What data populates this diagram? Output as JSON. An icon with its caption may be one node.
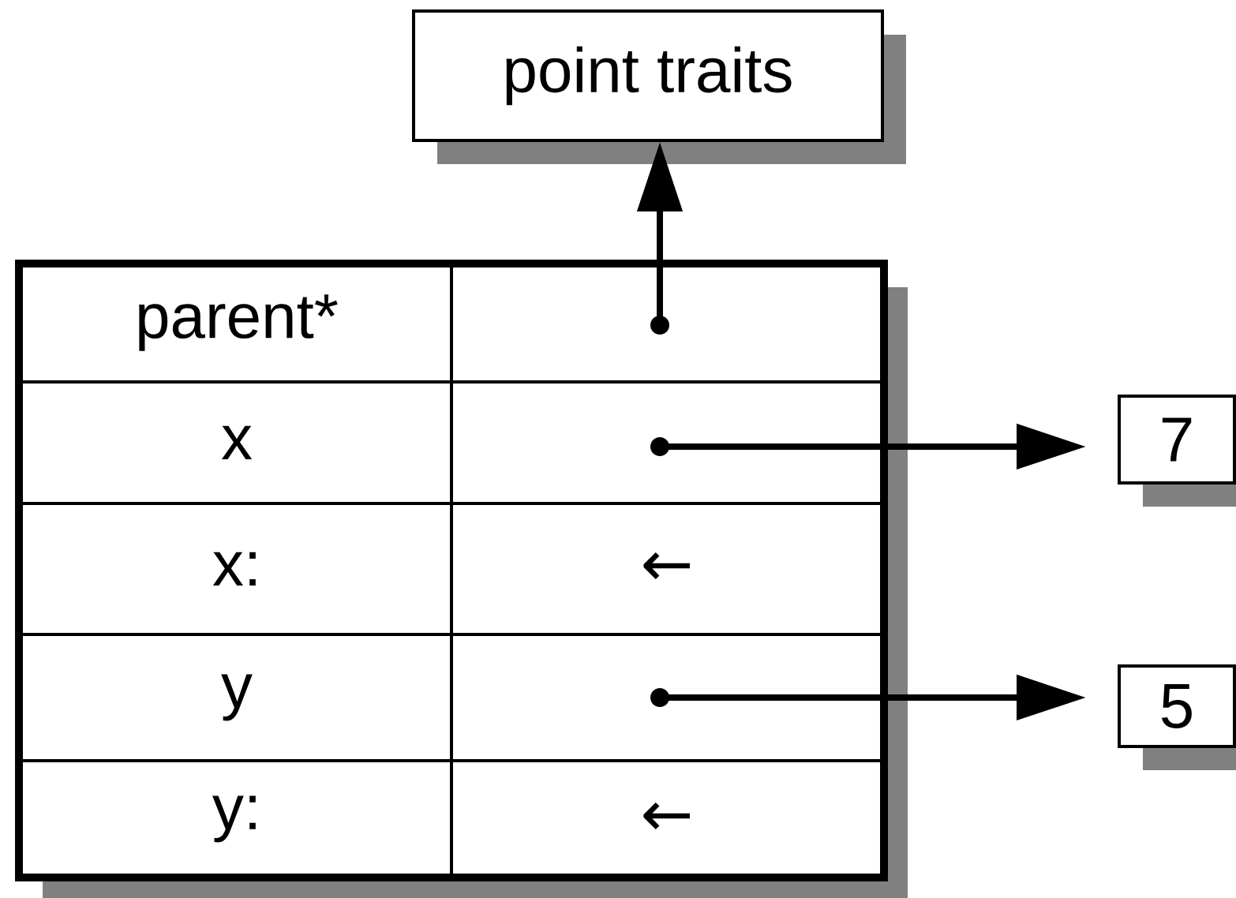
{
  "diagram": {
    "nodes": [
      {
        "text": [
          "point traits"
        ]
      },
      {
        "text": [],
        "shape": "box"
      },
      {
        "text": [
          "parent*"
        ],
        "in": 1
      },
      {
        "text": [
          "x"
        ],
        "in": 1
      },
      {
        "text": [
          "x:"
        ],
        "in": 1
      },
      {
        "text": [
          "y"
        ],
        "in": 1
      },
      {
        "text": [
          "y:"
        ],
        "in": 1
      },
      {
        "text": [
          "←"
        ],
        "in": 1
      },
      {
        "text": [
          "←"
        ],
        "in": 1
      },
      {
        "text": [],
        "shape": "circle",
        "in": 1
      },
      {
        "text": [],
        "shape": "circle",
        "in": 1
      },
      {
        "text": [],
        "shape": "circle",
        "in": 1
      },
      {
        "text": [
          "7"
        ]
      },
      {
        "text": [
          "5"
        ]
      }
    ],
    "edges": [
      {
        "from": 9,
        "to": 0,
        "arrow": "to"
      },
      {
        "from": 10,
        "to": 12,
        "arrow": "to"
      },
      {
        "from": 11,
        "to": 13,
        "arrow": "to"
      }
    ]
  }
}
